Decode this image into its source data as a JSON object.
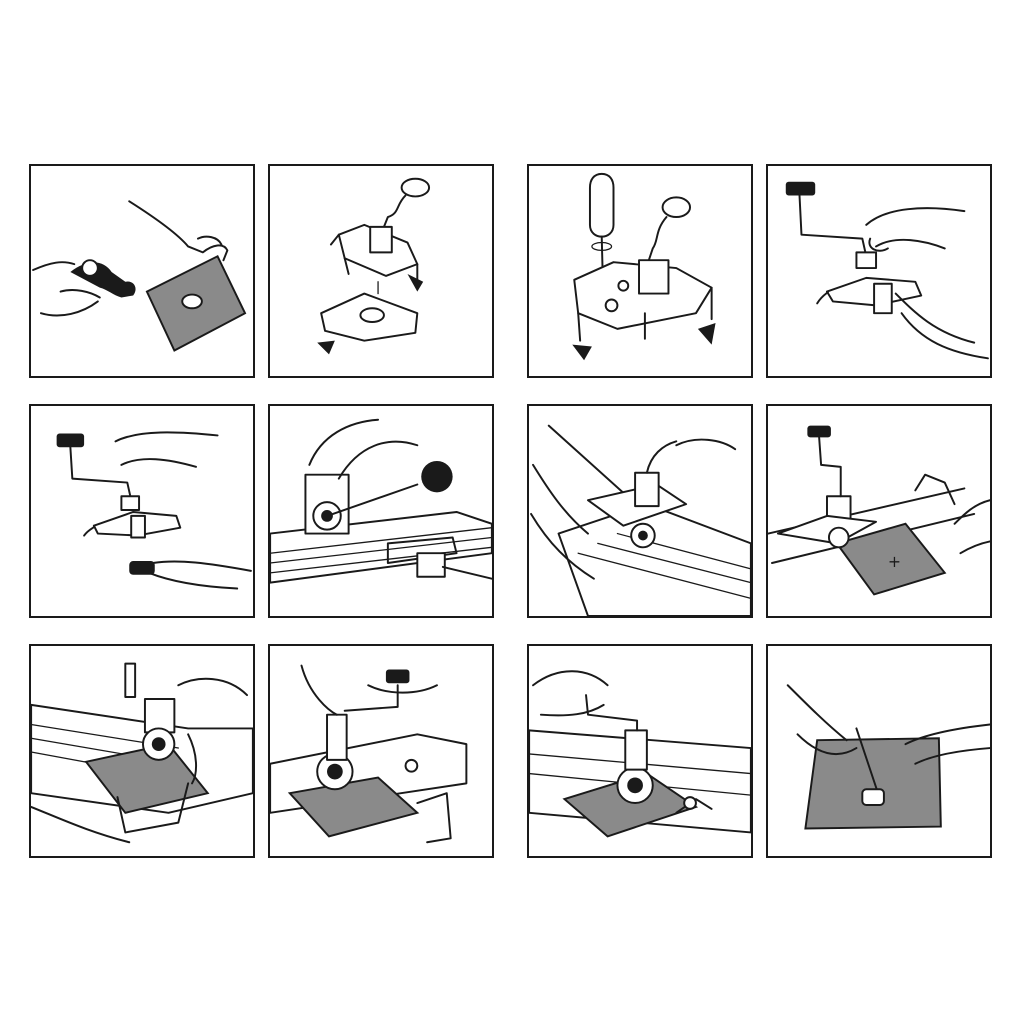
{
  "colors": {
    "line": "#1a1a1a",
    "tile_fill": "#8a8a8a",
    "background": "#ffffff"
  },
  "panels": [
    {
      "row": 1,
      "col": 1,
      "icon": "tile-hole-cutter-and-tile"
    },
    {
      "row": 1,
      "col": 2,
      "icon": "cutter-jig-assembly"
    },
    {
      "row": 1,
      "col": 3,
      "icon": "screwdriver-adjusting-jig"
    },
    {
      "row": 1,
      "col": 4,
      "icon": "crank-drill-into-bracket"
    },
    {
      "row": 2,
      "col": 1,
      "icon": "tightening-drill-bit"
    },
    {
      "row": 2,
      "col": 2,
      "icon": "mounting-on-cutter-rail"
    },
    {
      "row": 2,
      "col": 3,
      "icon": "positioning-on-rail"
    },
    {
      "row": 2,
      "col": 4,
      "icon": "tile-under-cutter"
    },
    {
      "row": 3,
      "col": 1,
      "icon": "clamping-tile"
    },
    {
      "row": 3,
      "col": 2,
      "icon": "turning-crank"
    },
    {
      "row": 3,
      "col": 3,
      "icon": "cutting-hole"
    },
    {
      "row": 3,
      "col": 4,
      "icon": "removing-cut-core"
    }
  ]
}
